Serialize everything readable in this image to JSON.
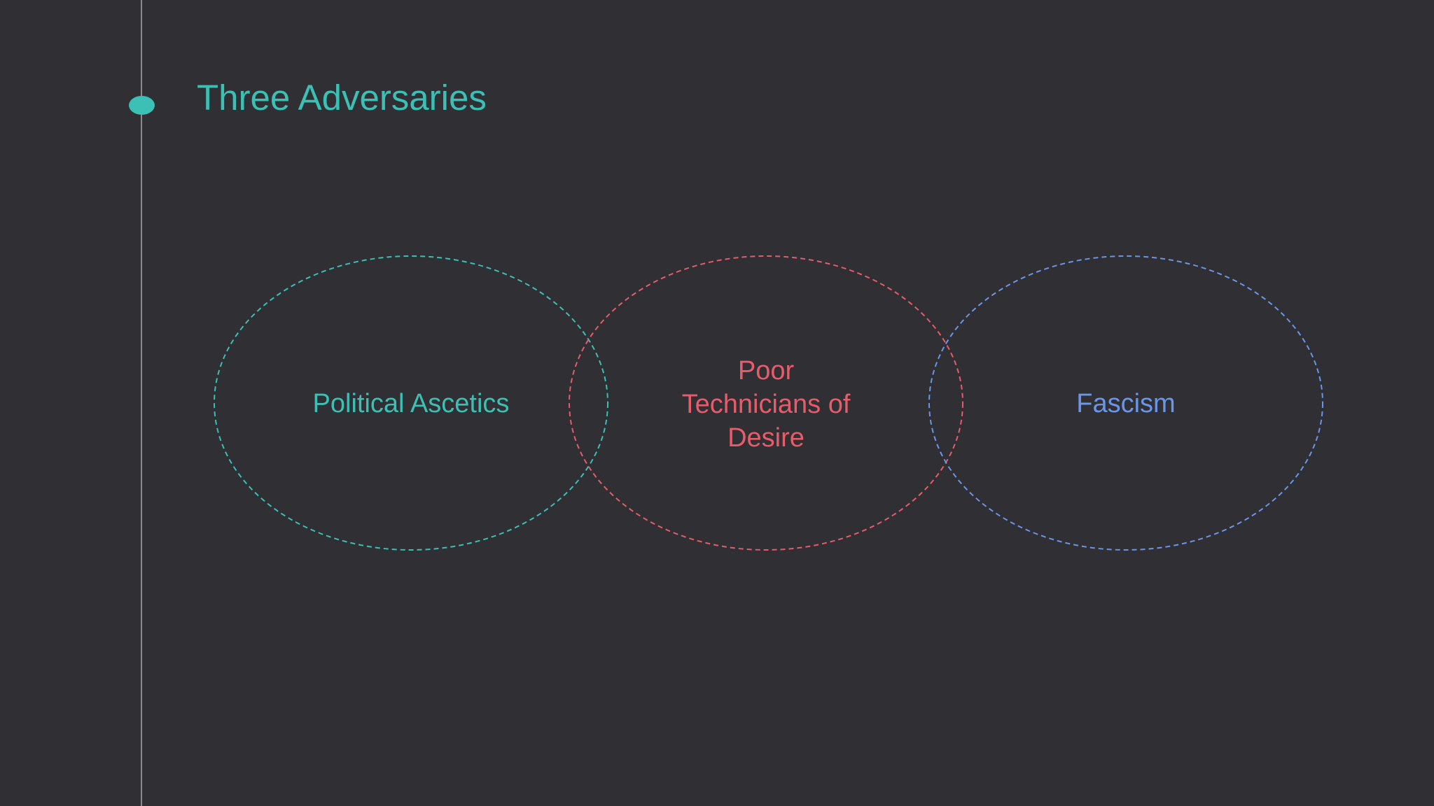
{
  "slide": {
    "title": "Three Adversaries"
  },
  "diagram": {
    "circles": [
      {
        "label": "Political Ascetics",
        "color": "#3cbfb4"
      },
      {
        "label_lines": [
          "Poor",
          "Technicians of",
          "Desire"
        ],
        "color": "#e55d6a"
      },
      {
        "label": "Fascism",
        "color": "#6b96e8"
      }
    ]
  }
}
